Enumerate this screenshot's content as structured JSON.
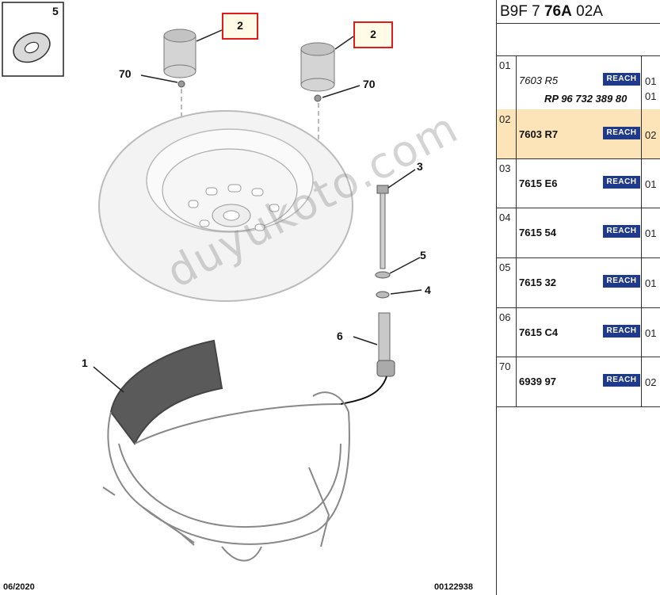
{
  "diagram": {
    "callouts": [
      {
        "id": "c5a",
        "text": "5"
      },
      {
        "id": "c2a",
        "text": "2"
      },
      {
        "id": "c2b",
        "text": "2"
      },
      {
        "id": "c70a",
        "text": "70"
      },
      {
        "id": "c70b",
        "text": "70"
      },
      {
        "id": "c3",
        "text": "3"
      },
      {
        "id": "c5b",
        "text": "5"
      },
      {
        "id": "c4",
        "text": "4"
      },
      {
        "id": "c6",
        "text": "6"
      },
      {
        "id": "c1",
        "text": "1"
      }
    ],
    "footer_date": "06/2020",
    "footer_code": "00122938",
    "watermark": "duyukoto.com"
  },
  "panel": {
    "title_prefix": "B9F 7 ",
    "title_bold": "76A",
    "title_suffix": " 02A",
    "reach_label": "REACH",
    "rows": [
      {
        "idx": "01",
        "ref": "7603 R5",
        "ref2": "RP 96 732 389 80",
        "qty": "01",
        "qty2": "01",
        "italic": true
      },
      {
        "idx": "02",
        "ref": "7603 R7",
        "qty": "02",
        "selected": true
      },
      {
        "idx": "03",
        "ref": "7615 E6",
        "qty": "01"
      },
      {
        "idx": "04",
        "ref": "7615 54",
        "qty": "01"
      },
      {
        "idx": "05",
        "ref": "7615 32",
        "qty": "01"
      },
      {
        "idx": "06",
        "ref": "7615 C4",
        "qty": "01"
      },
      {
        "idx": "70",
        "ref": "6939 97",
        "qty": "02"
      }
    ]
  },
  "colors": {
    "highlight_border": "#e01b1b",
    "selected_row": "#fde3b8",
    "reach_badge": "#1f3a8a"
  }
}
